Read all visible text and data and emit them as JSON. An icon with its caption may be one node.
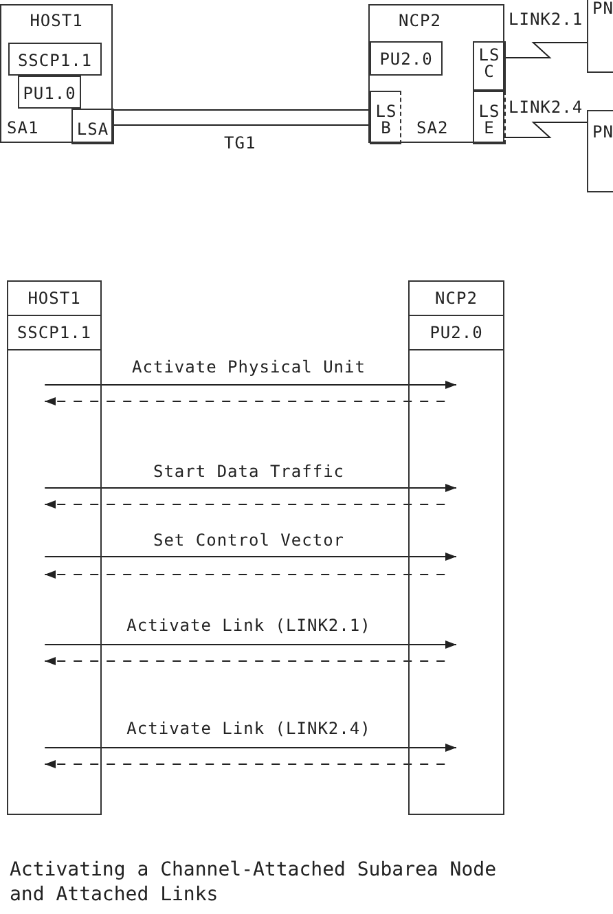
{
  "diagram": {
    "caption": "Activating a Channel-Attached Subarea Node and Attached Links",
    "nodes": [
      {
        "text": [
          "HOST1",
          "SA1"
        ]
      },
      {
        "text": [
          "SSCP1.1"
        ],
        "in": 0
      },
      {
        "text": [
          "PU1.0"
        ],
        "in": 0
      },
      {
        "text": [
          "LSA"
        ],
        "in": 0
      },
      {
        "text": [
          "NCP2",
          "SA2"
        ]
      },
      {
        "text": [
          "PU2.0"
        ],
        "in": 4
      },
      {
        "text": [
          "LS C"
        ],
        "in": 4
      },
      {
        "text": [
          "LS B"
        ],
        "in": 4
      },
      {
        "text": [
          "LS E"
        ],
        "in": 4
      },
      {
        "text": [
          "PN"
        ]
      },
      {
        "text": [
          "PN"
        ]
      },
      {
        "text": [
          "HOST1",
          "SSCP1.1"
        ]
      },
      {
        "text": [
          "NCP2",
          "PU2.0"
        ]
      }
    ],
    "edges": [
      {
        "from": 3,
        "to": 7,
        "arrow": "none",
        "label": "TG1"
      },
      {
        "from": 6,
        "to": 9,
        "arrow": "none",
        "label": "LINK2.1"
      },
      {
        "from": 8,
        "to": 10,
        "arrow": "none",
        "label": "LINK2.4"
      },
      {
        "from": 11,
        "to": 12,
        "arrow": "to",
        "label": "Activate Physical Unit"
      },
      {
        "from": 12,
        "to": 11,
        "arrow": "to",
        "style": "dashed"
      },
      {
        "from": 11,
        "to": 12,
        "arrow": "to",
        "label": "Start Data Traffic"
      },
      {
        "from": 12,
        "to": 11,
        "arrow": "to",
        "style": "dashed"
      },
      {
        "from": 11,
        "to": 12,
        "arrow": "to",
        "label": "Set Control Vector"
      },
      {
        "from": 12,
        "to": 11,
        "arrow": "to",
        "style": "dashed"
      },
      {
        "from": 11,
        "to": 12,
        "arrow": "to",
        "label": "Activate Link (LINK2.1)"
      },
      {
        "from": 12,
        "to": 11,
        "arrow": "to",
        "style": "dashed"
      },
      {
        "from": 11,
        "to": 12,
        "arrow": "to",
        "label": "Activate Link (LINK2.4)"
      },
      {
        "from": 12,
        "to": 11,
        "arrow": "to",
        "style": "dashed"
      }
    ]
  }
}
